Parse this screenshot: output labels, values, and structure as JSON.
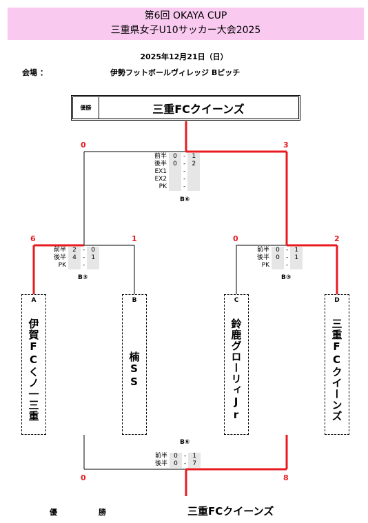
{
  "header": {
    "line1": "第6回 OKAYA CUP",
    "line2": "三重県女子U10サッカー大会2025"
  },
  "date": "2025年12月21日（日）",
  "venue": {
    "label": "会場 ：",
    "name": "伊勢フットボールヴィレッジ Bピッチ"
  },
  "champion": {
    "label": "優勝",
    "name": "三重FCクイーンズ"
  },
  "final": {
    "left_score": "0",
    "right_score": "3",
    "match_id": "B⑥",
    "rows": [
      {
        "label": "前半",
        "left": "0",
        "dash": "-",
        "right": "1"
      },
      {
        "label": "後半",
        "left": "0",
        "dash": "-",
        "right": "2"
      },
      {
        "label": "EX1",
        "left": "",
        "dash": "-",
        "right": ""
      },
      {
        "label": "EX2",
        "left": "",
        "dash": "-",
        "right": ""
      },
      {
        "label": "PK",
        "left": "",
        "dash": "-",
        "right": ""
      }
    ]
  },
  "semi1": {
    "left_score": "6",
    "right_score": "1",
    "match_id": "B③",
    "rows": [
      {
        "label": "前半",
        "left": "2",
        "dash": "-",
        "right": "0"
      },
      {
        "label": "後半",
        "left": "4",
        "dash": "-",
        "right": "1"
      },
      {
        "label": "PK",
        "left": "",
        "dash": "-",
        "right": ""
      }
    ]
  },
  "semi2": {
    "left_score": "0",
    "right_score": "2",
    "match_id": "B③",
    "rows": [
      {
        "label": "前半",
        "left": "0",
        "dash": "-",
        "right": "1"
      },
      {
        "label": "後半",
        "left": "0",
        "dash": "-",
        "right": "1"
      },
      {
        "label": "PK",
        "left": "",
        "dash": "-",
        "right": ""
      }
    ]
  },
  "teams": [
    {
      "letter": "A",
      "name": "伊賀FCくノ一三重"
    },
    {
      "letter": "B",
      "name": "楠SS"
    },
    {
      "letter": "C",
      "name": "鈴鹿グローリィJr"
    },
    {
      "letter": "D",
      "name": "三重FCクイーンズ"
    }
  ],
  "third": {
    "match_id": "B⑥",
    "left_score": "0",
    "right_score": "8",
    "rows": [
      {
        "label": "前半",
        "left": "0",
        "dash": "-",
        "right": "1"
      },
      {
        "label": "後半",
        "left": "0",
        "dash": "-",
        "right": "7"
      }
    ]
  },
  "footer": {
    "label1": "優",
    "label2": "勝",
    "name": "三重FCクイーンズ"
  },
  "colors": {
    "header_bg": "#f9c9f0",
    "winner_line": "#e8191f",
    "score": "#e8191f"
  }
}
